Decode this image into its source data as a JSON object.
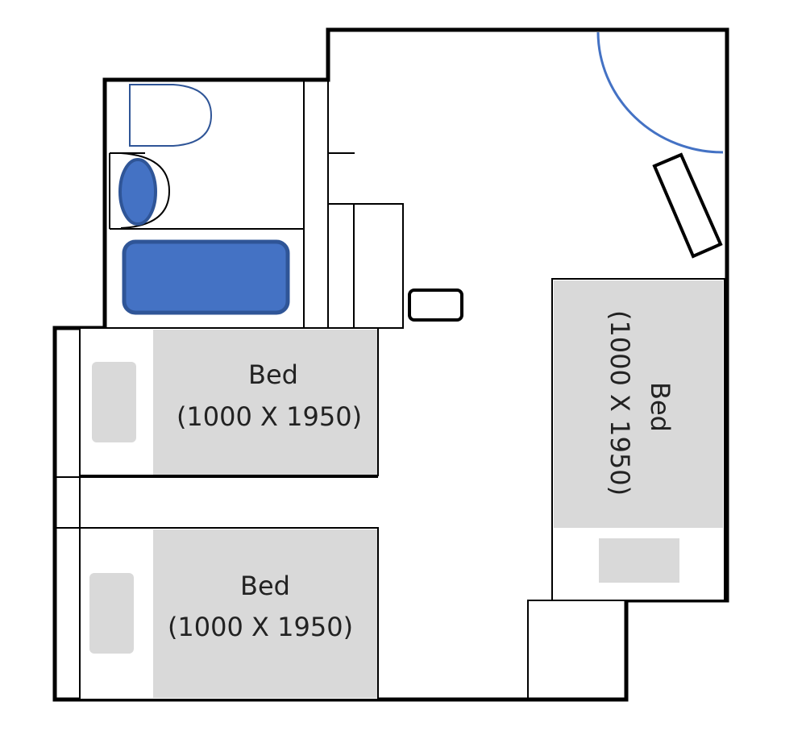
{
  "colors": {
    "wall": "#000000",
    "furniture_fill": "#d9d9d9",
    "fixture_blue": "#4472c4",
    "fixture_border": "#2f5597",
    "door_arc": "#4472c4",
    "background": "#ffffff"
  },
  "beds": [
    {
      "label": "Bed",
      "size": "(1000 X 1950)"
    },
    {
      "label": "Bed",
      "size": "(1000 X 1950)"
    },
    {
      "label": "Bed",
      "size": "(1000 X 1950)"
    }
  ]
}
